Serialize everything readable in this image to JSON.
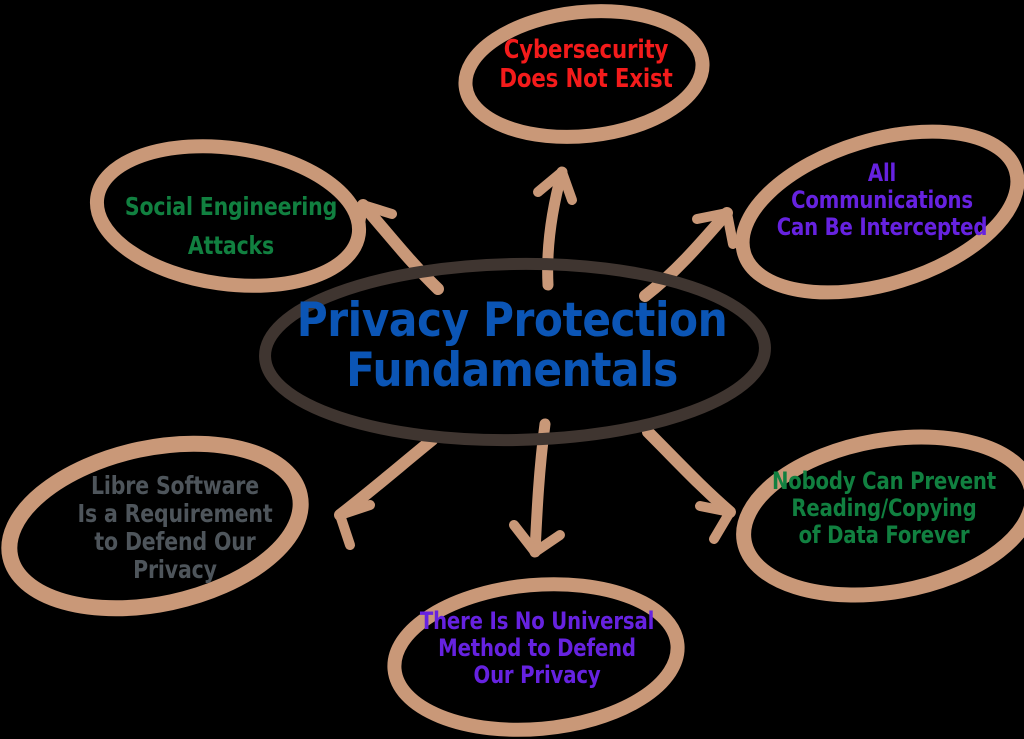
{
  "diagram": {
    "type": "mind-map",
    "background_color": "#000000",
    "ellipse_stroke_color": "#C99878",
    "central_ellipse_stroke_color": "#3F3530",
    "arrow_color": "#C99878",
    "central": {
      "label": "Privacy Protection\nFundamentals",
      "text_color": "#0B55B5"
    },
    "branches": [
      {
        "id": "cybersecurity-does-not-exist",
        "label": "Cybersecurity\nDoes Not Exist",
        "text_color": "#F41B1B",
        "position": "top"
      },
      {
        "id": "all-communications-can-be-intercepted",
        "label": "All\nCommunications\nCan Be Intercepted",
        "text_color": "#6622E0",
        "position": "top-right"
      },
      {
        "id": "nobody-can-prevent-reading-copying-of-data-forever",
        "label": "Nobody Can Prevent\nReading/Copying\nof Data Forever",
        "text_color": "#118040",
        "position": "bottom-right"
      },
      {
        "id": "there-is-no-universal-method-to-defend-our-privacy",
        "label": "There Is No Universal\nMethod to Defend\nOur Privacy",
        "text_color": "#6622E0",
        "position": "bottom"
      },
      {
        "id": "libre-software-is-a-requirement-to-defend-our-privacy",
        "label": "Libre Software\nIs a Requirement\nto Defend Our Privacy",
        "text_color": "#4E555B",
        "position": "bottom-left"
      },
      {
        "id": "social-engineering-attacks",
        "label": "Social Engineering\nAttacks",
        "text_color": "#118040",
        "position": "top-left"
      }
    ]
  }
}
